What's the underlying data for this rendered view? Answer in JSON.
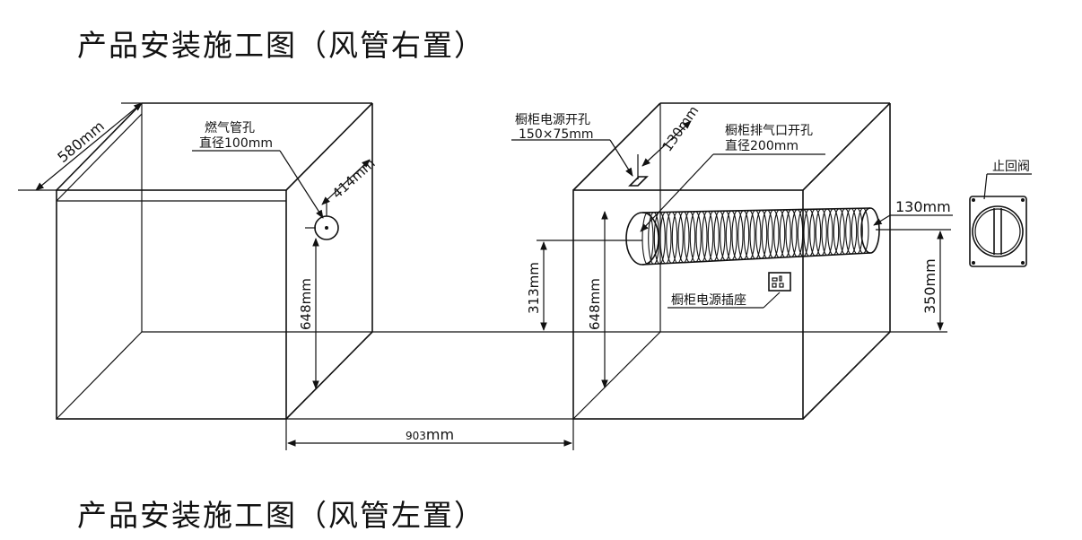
{
  "titles": {
    "right": "产品安装施工图（风管右置）",
    "left": "产品安装施工图（风管左置）"
  },
  "labels": {
    "gas_hole_line1": "燃气管孔",
    "gas_hole_line2": "直径100mm",
    "power_hole_line1": "橱柜电源开孔",
    "power_hole_line2": "150×75mm",
    "exhaust_hole_line1": "橱柜排气口开孔",
    "exhaust_hole_line2": "直径200mm",
    "check_valve": "止回阀",
    "power_socket": "橱柜电源插座"
  },
  "dimensions": {
    "depth": "580mm",
    "gas_offset": "414mm",
    "gas_height": "648mm",
    "power_offset": "130mm",
    "exhaust_height": "313mm",
    "right_cabinet_height": "648mm",
    "duct_extension": "130mm",
    "valve_height": "350mm",
    "gap_value": "903",
    "gap_unit": "mm"
  }
}
